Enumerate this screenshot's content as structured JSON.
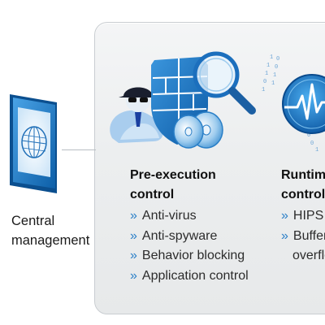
{
  "central": {
    "line1": "Central",
    "line2": "management"
  },
  "pre_execution": {
    "heading_line1": "Pre-execution",
    "heading_line2": "control",
    "items": [
      "Anti-virus",
      "Anti-spyware",
      "Behavior blocking",
      "Application control"
    ]
  },
  "runtime": {
    "heading_line1": "Runtime",
    "heading_line2": "control",
    "items": [
      "HIPS",
      "Buffer",
      "overflo"
    ]
  },
  "bullet": "»",
  "binary_digits": [
    "1",
    "0",
    "1",
    "0",
    "1",
    "1",
    "0",
    "1",
    "1",
    "0",
    "0",
    "1"
  ],
  "colors": {
    "accent": "#2a7fc7",
    "panel": "#eceeef",
    "border": "#c9cdd1"
  }
}
